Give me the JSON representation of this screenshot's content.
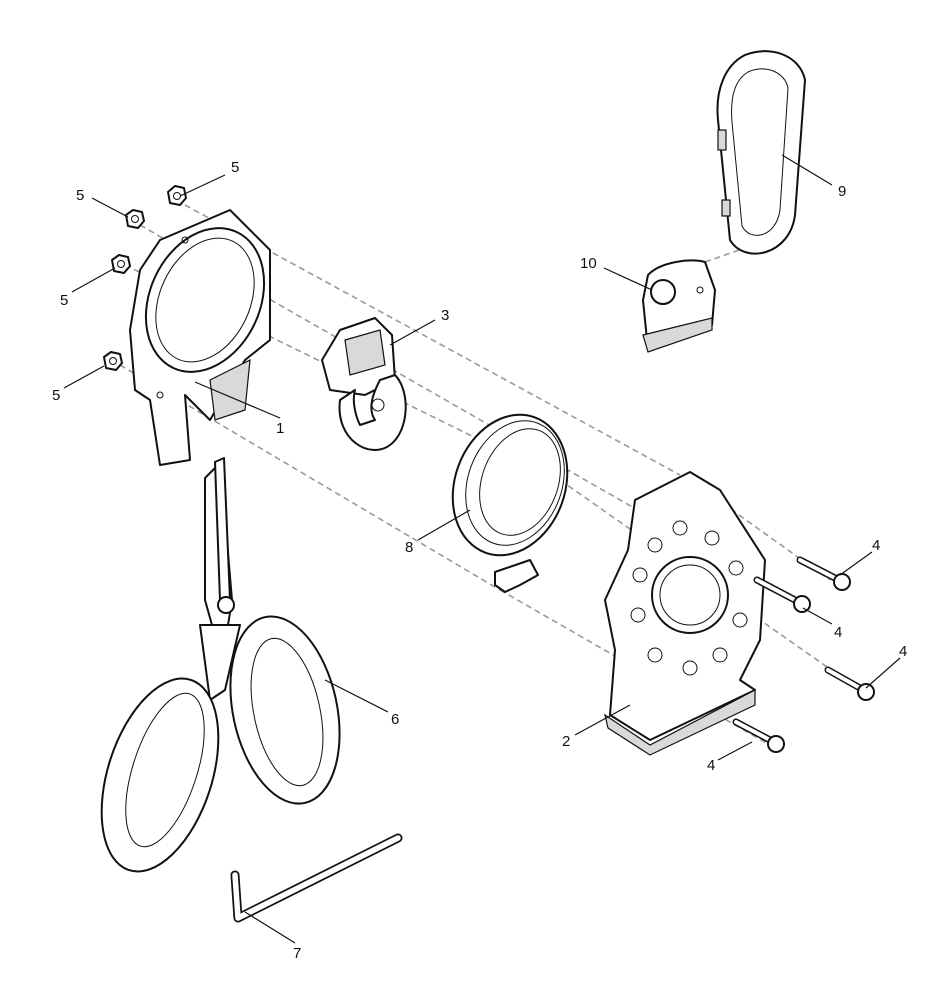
{
  "labels": {
    "part_1": "1",
    "part_2": "2",
    "part_3": "3",
    "part_4a": "4",
    "part_4b": "4",
    "part_4c": "4",
    "part_4d": "4",
    "part_5a": "5",
    "part_5b": "5",
    "part_5c": "5",
    "part_5d": "5",
    "part_6": "6",
    "part_7": "7",
    "part_8": "8",
    "part_9": "9",
    "part_10": "10"
  },
  "colors": {
    "line": "#111111",
    "dashed_guide": "#9a9a9a",
    "shade": "#d9d9d9"
  }
}
